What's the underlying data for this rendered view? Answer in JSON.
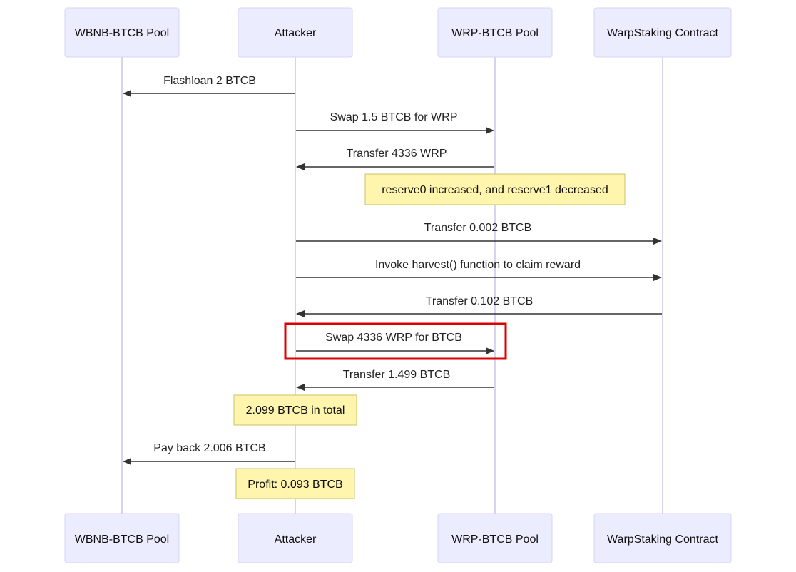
{
  "participants": [
    {
      "id": "wbnb",
      "label": "WBNB-BTCB Pool"
    },
    {
      "id": "attacker",
      "label": "Attacker"
    },
    {
      "id": "wrp",
      "label": "WRP-BTCB Pool"
    },
    {
      "id": "warp",
      "label": "WarpStaking Contract"
    }
  ],
  "messages": [
    {
      "from": "attacker",
      "to": "wbnb",
      "label": "Flashloan 2 BTCB"
    },
    {
      "from": "attacker",
      "to": "wrp",
      "label": "Swap 1.5 BTCB for WRP"
    },
    {
      "from": "wrp",
      "to": "attacker",
      "label": "Transfer 4336 WRP"
    },
    {
      "from": "attacker",
      "to": "warp",
      "label": "Transfer 0.002 BTCB"
    },
    {
      "from": "attacker",
      "to": "warp",
      "label": "Invoke harvest() function to claim reward"
    },
    {
      "from": "warp",
      "to": "attacker",
      "label": "Transfer 0.102 BTCB"
    },
    {
      "from": "attacker",
      "to": "wrp",
      "label": "Swap 4336 WRP for BTCB",
      "highlighted": true
    },
    {
      "from": "wrp",
      "to": "attacker",
      "label": "Transfer 1.499 BTCB"
    },
    {
      "from": "attacker",
      "to": "wbnb",
      "label": "Pay back 2.006 BTCB"
    }
  ],
  "notes": [
    {
      "over": "wrp",
      "label": "reserve0 increased, and reserve1 decreased"
    },
    {
      "over": "attacker",
      "label": "2.099 BTCB in total"
    },
    {
      "over": "attacker",
      "label": "Profit: 0.093 BTCB"
    }
  ],
  "colors": {
    "actor_fill": "#ECECFF",
    "note_fill": "#fff5ad",
    "highlight": "#dd0000",
    "arrow": "#333333"
  }
}
